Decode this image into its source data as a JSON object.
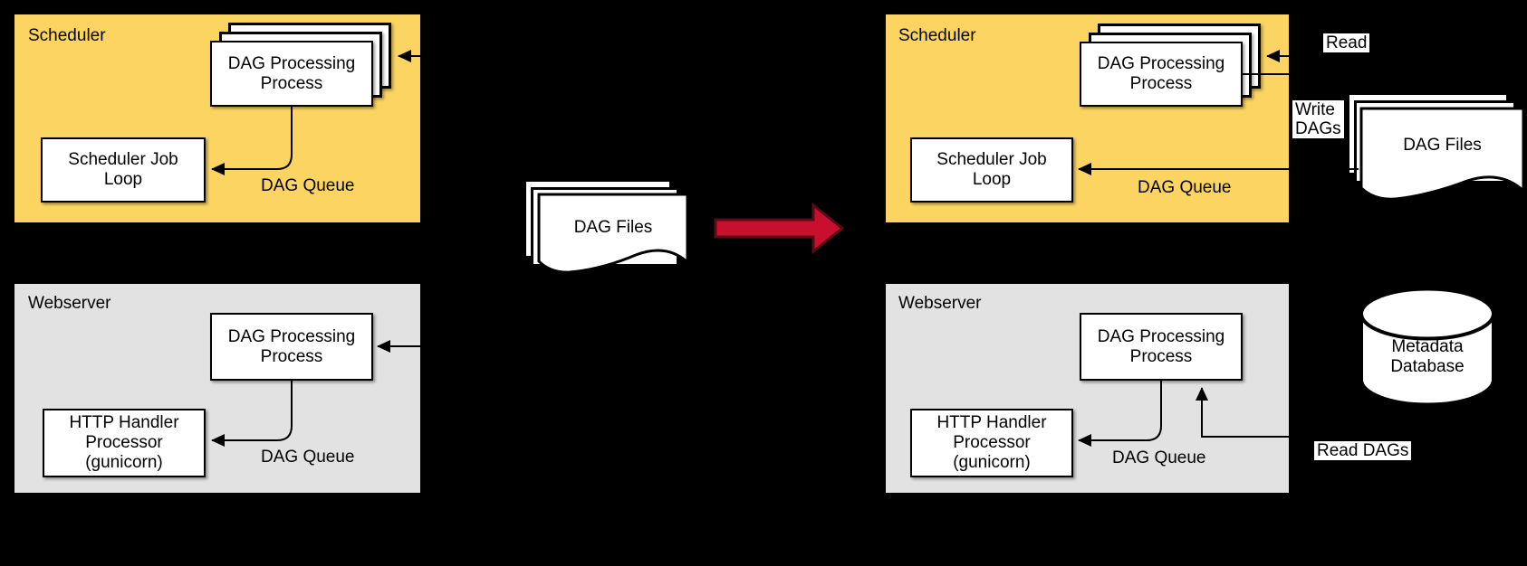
{
  "colors": {
    "background": "#000000",
    "scheduler_fill": "#FCD462",
    "webserver_fill": "#E2E2E2",
    "box_fill": "#FFFFFF",
    "line": "#000000",
    "transform_arrow_fill": "#C8102E",
    "transform_arrow_stroke": "#5A0B16",
    "text": "#000000"
  },
  "left_scheduler": {
    "title": "Scheduler",
    "dag_processing": {
      "line1": "DAG Processing",
      "line2": "Process"
    },
    "job_loop": {
      "line1": "Scheduler Job",
      "line2": "Loop"
    },
    "queue_label": "DAG Queue"
  },
  "left_webserver": {
    "title": "Webserver",
    "dag_processing": {
      "line1": "DAG Processing",
      "line2": "Process"
    },
    "http_handler": {
      "line1": "HTTP Handler",
      "line2": "Processor (gunicorn)"
    },
    "queue_label": "DAG Queue"
  },
  "center": {
    "dag_files_label": "DAG Files"
  },
  "right_scheduler": {
    "title": "Scheduler",
    "dag_processing": {
      "line1": "DAG Processing",
      "line2": "Process"
    },
    "job_loop": {
      "line1": "Scheduler Job",
      "line2": "Loop"
    },
    "queue_label": "DAG Queue"
  },
  "right_webserver": {
    "title": "Webserver",
    "dag_processing": {
      "line1": "DAG Processing",
      "line2": "Process"
    },
    "http_handler": {
      "line1": "HTTP Handler",
      "line2": "Processor (gunicorn)"
    },
    "queue_label": "DAG Queue"
  },
  "right_column": {
    "read_label": "Read",
    "write_dags_label": {
      "line1": "Write",
      "line2": "DAGs"
    },
    "dag_files_label": "DAG Files",
    "metadata_db": {
      "line1": "Metadata",
      "line2": "Database"
    },
    "read_dags_label": "Read DAGs"
  }
}
